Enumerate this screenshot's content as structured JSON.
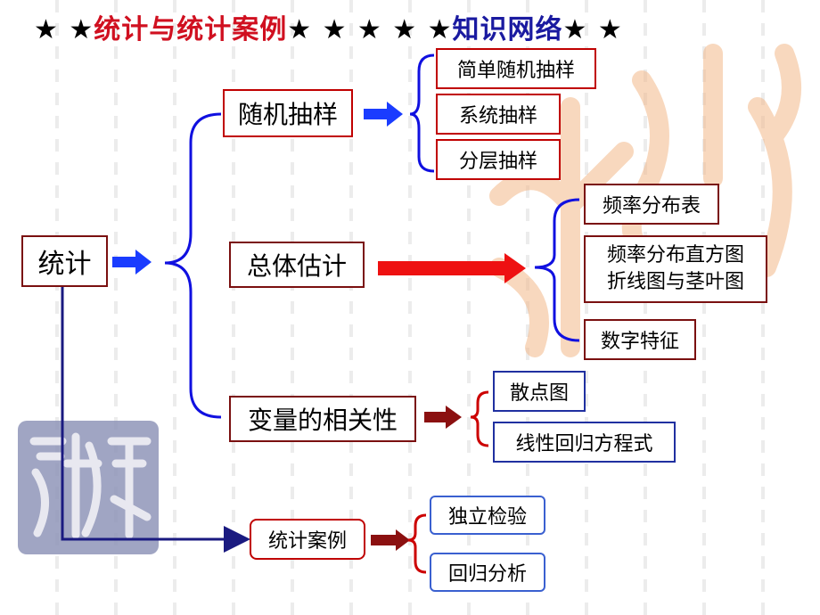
{
  "title": {
    "prefix": "★ ★",
    "part_red": "统计与统计案例",
    "middle": "★ ★ ★ ★ ★",
    "part_blue": "知识网络",
    "suffix": "★ ★"
  },
  "nodes": {
    "root": "统计",
    "random_sampling": "随机抽样",
    "simple_random": "简单随机抽样",
    "systematic": "系统抽样",
    "stratified": "分层抽样",
    "population_estimate": "总体估计",
    "freq_table": "频率分布表",
    "freq_hist_line1": "频率分布直方图",
    "freq_hist_line2": "折线图与茎叶图",
    "numeric_features": "数字特征",
    "correlation": "变量的相关性",
    "scatter": "散点图",
    "regression": "线性回归方程式",
    "cases": "统计案例",
    "independence": "独立检验",
    "regression_analysis": "回归分析"
  },
  "colors": {
    "blue_arrow": "#1a3cff",
    "red_arrow": "#ee1111",
    "dark_red_arrow": "#8b1010",
    "navy_line": "#1a1a80",
    "bracket_blue": "#1010e0",
    "bracket_red": "#cc0000"
  }
}
